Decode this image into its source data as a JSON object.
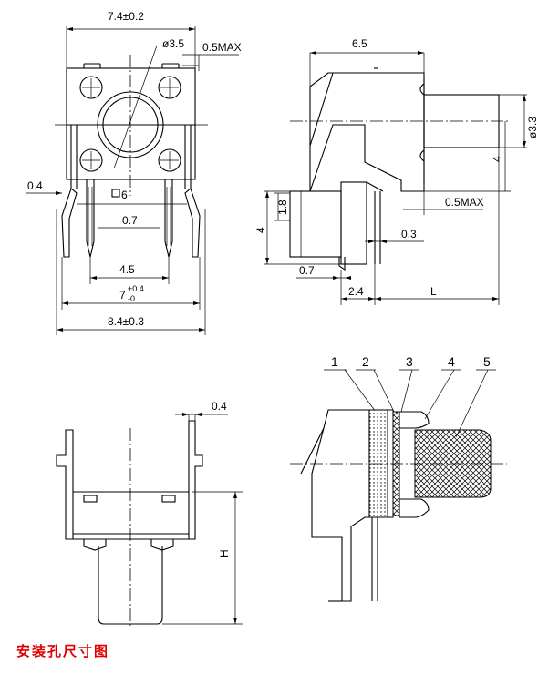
{
  "front_view": {
    "width_top": "7.4±0.2",
    "dia_button": "ø3.5",
    "max_offset": "0.5MAX",
    "lead_thickness": "0.4",
    "square_mark": "6",
    "pin_width": "0.7",
    "pin_pitch": "4.5",
    "outer_span": "7",
    "outer_span_tol_plus": "+0.4",
    "outer_span_tol_minus": "-0",
    "total_width": "8.4±0.3"
  },
  "side_view": {
    "depth": "6.5",
    "dia_cap": "ø3.3",
    "cap_height": "4",
    "body_height": "4",
    "offset_18": "1.8",
    "pin_thick": "0.3",
    "max_offset": "0.5MAX",
    "foot": "0.7",
    "pin_offset": "2.4",
    "length": "L"
  },
  "rear_view": {
    "lead_thickness": "0.4",
    "height": "H"
  },
  "section_view": {
    "parts": [
      "1",
      "2",
      "3",
      "4",
      "5"
    ]
  },
  "caption": "安装孔尺寸图"
}
